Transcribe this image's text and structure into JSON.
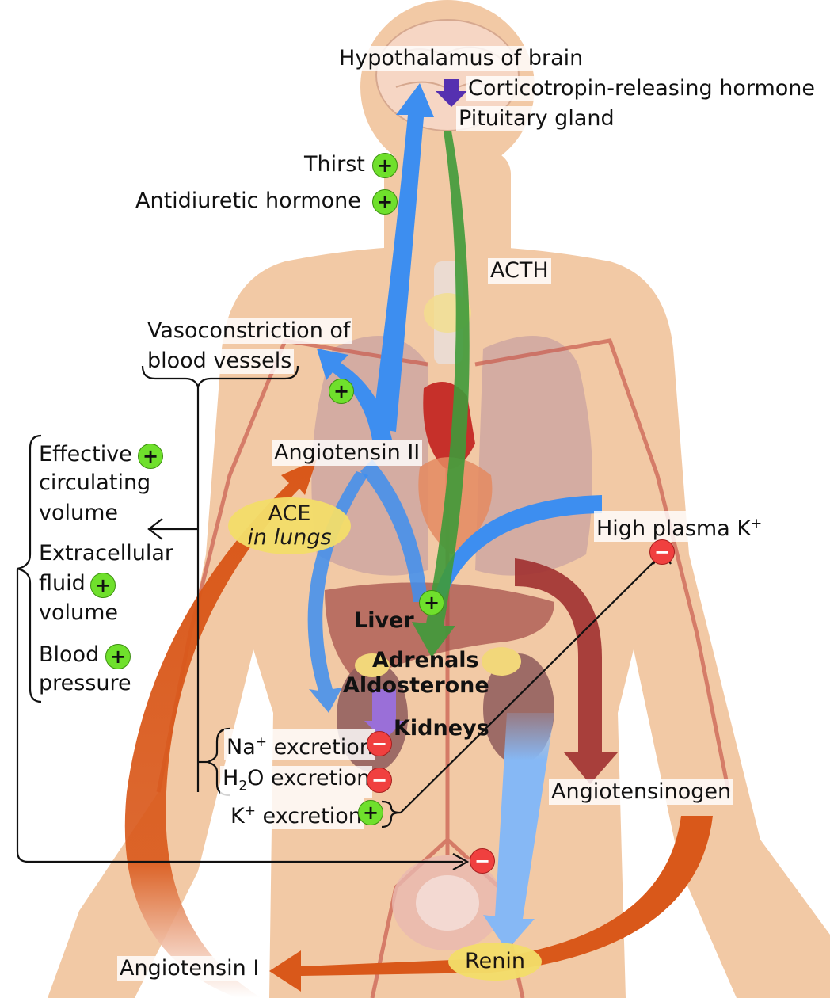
{
  "labels": {
    "hypothalamus": "Hypothalamus of brain",
    "crh": "Corticotropin-releasing hormone",
    "pituitary": "Pituitary gland",
    "thirst": "Thirst",
    "adh": "Antidiuretic hormone",
    "acth": "ACTH",
    "vaso_line1": "Vasoconstriction of",
    "vaso_line2": "blood vessels",
    "effective": "Effective",
    "circulating": "circulating",
    "volume": "volume",
    "extracellular": "Extracellular",
    "fluid": "fluid",
    "volume2": "volume",
    "blood": "Blood",
    "pressure": "pressure",
    "angiotensin2": "Angiotensin II",
    "ace": "ACE",
    "in_lungs": "in lungs",
    "high_plasma": "High plasma K",
    "k_sup": "+",
    "liver": "Liver",
    "adrenals": "Adrenals",
    "aldosterone": "Aldosterone",
    "kidneys": "Kidneys",
    "na_excretion_pre": "Na",
    "na_sup": "+",
    "na_excretion_post": " excretion",
    "h2o_pre": "H",
    "h2o_sub": "2",
    "h2o_post": "O excretion",
    "k_pre": "K",
    "k_sup2": "+",
    "k_post": " excretion",
    "angiotensinogen": "Angiotensinogen",
    "renin": "Renin",
    "angiotensin1": "Angiotensin I"
  },
  "symbols": {
    "plus": "+",
    "minus": "−"
  },
  "colors": {
    "body": "#f2c9a5",
    "blue_arrow": "#3d8ef0",
    "light_blue_arrow": "#86b8f5",
    "green_arrow": "#3f9a3a",
    "orange_arrow": "#d9581a",
    "dark_red_arrow": "#a03030",
    "plus_badge": "#6fe02c",
    "minus_badge": "#f0403f",
    "oval": "#f4de6a"
  }
}
